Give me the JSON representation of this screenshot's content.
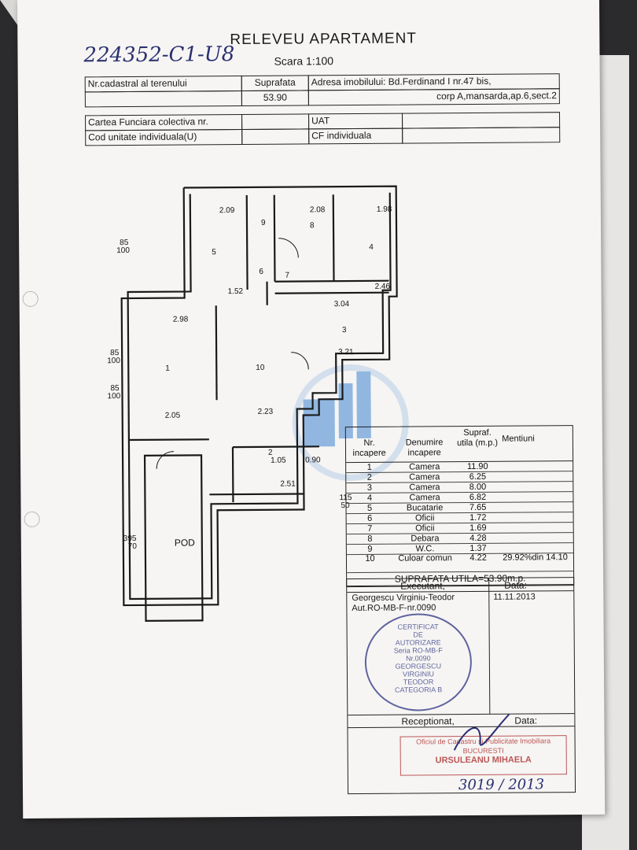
{
  "handwritten_number": "224352-C1-U8",
  "title": "RELEVEU APARTAMENT",
  "scale": "Scara 1:100",
  "header": {
    "cadastral_label": "Nr.cadastral al terenului",
    "surface_label": "Suprafata",
    "surface_value": "53.90",
    "address_line1": "Adresa imobilului: Bd.Ferdinand I nr.47 bis,",
    "address_line2": "corp A,mansarda,ap.6,sect.2",
    "cf_label": "Cartea Funciara colectiva nr.",
    "uat_label": "UAT",
    "cod_label": "Cod unitate individuala(U)",
    "cf_ind_label": "CF individuala"
  },
  "rooms": [
    {
      "nr": "1",
      "name": "Camera",
      "area": "11.90",
      "note": ""
    },
    {
      "nr": "2",
      "name": "Camera",
      "area": "6.25",
      "note": ""
    },
    {
      "nr": "3",
      "name": "Camera",
      "area": "8.00",
      "note": ""
    },
    {
      "nr": "4",
      "name": "Camera",
      "area": "6.82",
      "note": ""
    },
    {
      "nr": "5",
      "name": "Bucatarie",
      "area": "7.65",
      "note": ""
    },
    {
      "nr": "6",
      "name": "Oficii",
      "area": "1.72",
      "note": ""
    },
    {
      "nr": "7",
      "name": "Oficii",
      "area": "1.69",
      "note": ""
    },
    {
      "nr": "8",
      "name": "Debara",
      "area": "4.28",
      "note": ""
    },
    {
      "nr": "9",
      "name": "W.C.",
      "area": "1.37",
      "note": ""
    },
    {
      "nr": "10",
      "name": "Culoar comun",
      "area": "4.22",
      "note": "29.92%din 14.10"
    }
  ],
  "legend_headers": {
    "nr": "Nr. incapere",
    "name": "Denumire incapere",
    "area": "Supraf. utila (m.p.)",
    "note": "Mentiuni"
  },
  "total": "SUPRAFATA UTILA=53.90m.p.",
  "executant_label": "Executant,",
  "date_label": "Data:",
  "executant_name": "Georgescu Virginiu-Teodor",
  "authorization": "Aut.RO-MB-F-nr.0090",
  "exec_date": "11.11.2013",
  "receptionat_label": "Receptionat,",
  "date_label2": "Data:",
  "stamp_text": {
    "l1": "CERTIFICAT",
    "l2": "DE",
    "l3": "AUTORIZARE",
    "l4": "Seria RO-MB-F",
    "l5": "Nr.0090",
    "l6": "GEORGESCU",
    "l7": "VIRGINIU",
    "l8": "TEODOR",
    "l9": "CATEGORIA B"
  },
  "red_stamp": {
    "l1": "Oficiul de Cadastru si Publicitate Imobiliara",
    "l2": "BUCURESTI",
    "l3": "URSULEANU MIHAELA"
  },
  "bottom_handwritten": "3019 / 2013",
  "plan_labels": {
    "pod": "POD"
  },
  "colors": {
    "ink": "#1a1a1a",
    "stamp_blue": "#3b3f8a",
    "stamp_red": "#b23a3a",
    "watermark": "#3f86d4"
  }
}
